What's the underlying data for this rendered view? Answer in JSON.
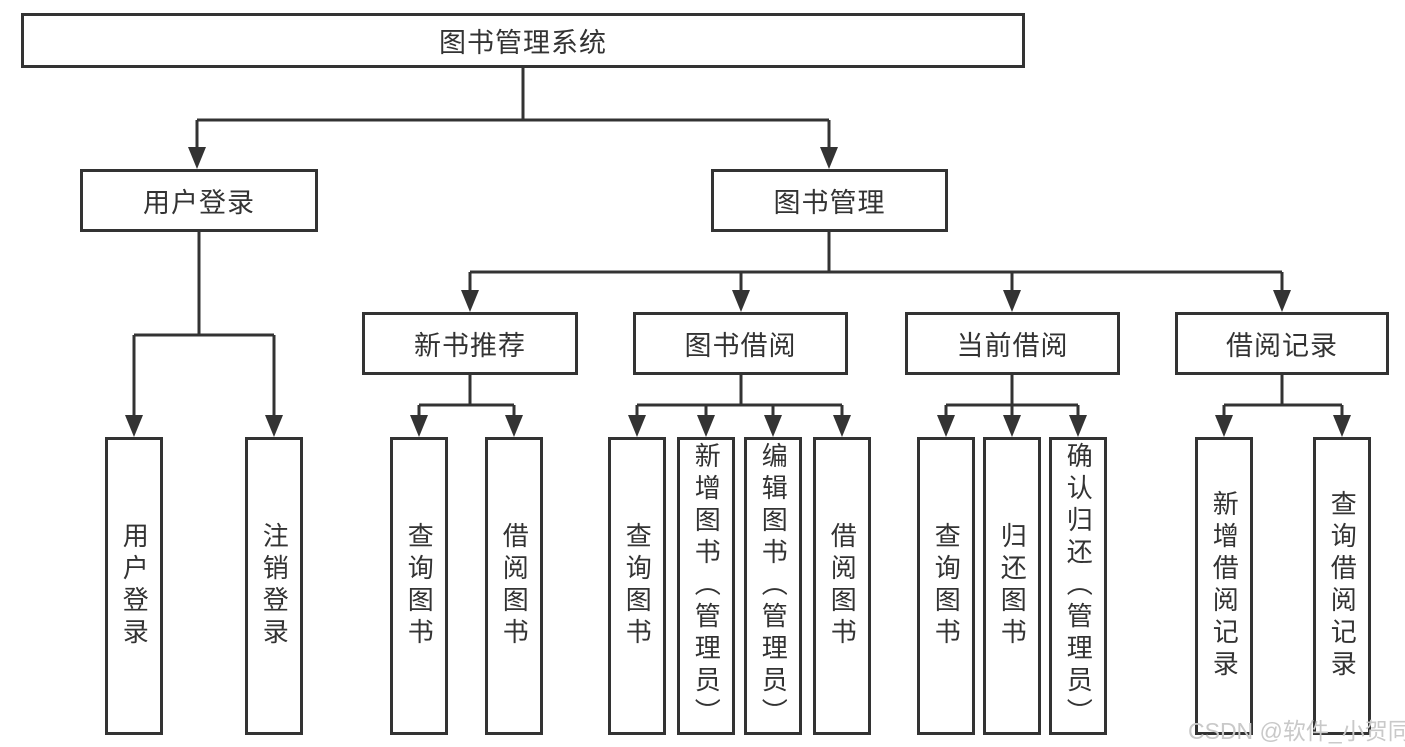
{
  "diagram": {
    "type": "hierarchy-tree",
    "root": {
      "label": "图书管理系统"
    },
    "branches": [
      {
        "label": "用户登录",
        "children": [
          {
            "label": "用户登录"
          },
          {
            "label": "注销登录"
          }
        ]
      },
      {
        "label": "图书管理",
        "children": [
          {
            "label": "新书推荐",
            "children": [
              {
                "label": "查询图书"
              },
              {
                "label": "借阅图书"
              }
            ]
          },
          {
            "label": "图书借阅",
            "children": [
              {
                "label": "查询图书"
              },
              {
                "label": "新增图书（管理员）"
              },
              {
                "label": "编辑图书（管理员）"
              },
              {
                "label": "借阅图书"
              }
            ]
          },
          {
            "label": "当前借阅",
            "children": [
              {
                "label": "查询图书"
              },
              {
                "label": "归还图书"
              },
              {
                "label": "确认归还（管理员）"
              }
            ]
          },
          {
            "label": "借阅记录",
            "children": [
              {
                "label": "新增借阅记录"
              },
              {
                "label": "查询借阅记录"
              }
            ]
          }
        ]
      }
    ],
    "colors": {
      "line": "#333333",
      "box_border": "#333333",
      "box_fill": "#ffffff",
      "text": "#333333",
      "watermark": "#c9c9c9",
      "background": "#ffffff"
    }
  },
  "watermark": {
    "text": "CSDN @软件_小贺同学"
  }
}
